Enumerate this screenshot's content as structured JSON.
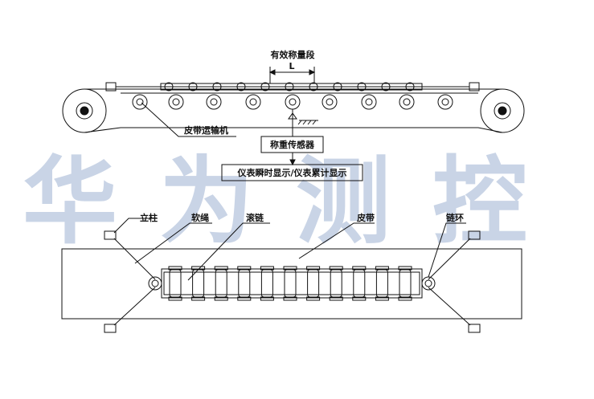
{
  "diagram": {
    "top_labels": {
      "effective_weighing_section": "有效称量段",
      "length_symbol": "L",
      "belt_conveyor": "皮带运输机",
      "weighing_sensor": "称重传感器",
      "display_box": "仪表瞬时显示/仪表累计显示"
    },
    "bottom_labels": {
      "post": "立柱",
      "soft_rope": "软绳",
      "roller_chain": "滚链",
      "belt": "皮带",
      "chain_ring": "链环"
    },
    "watermark": "华为测控",
    "colors": {
      "line": "#111111",
      "watermark": "#c9d4e6"
    }
  }
}
